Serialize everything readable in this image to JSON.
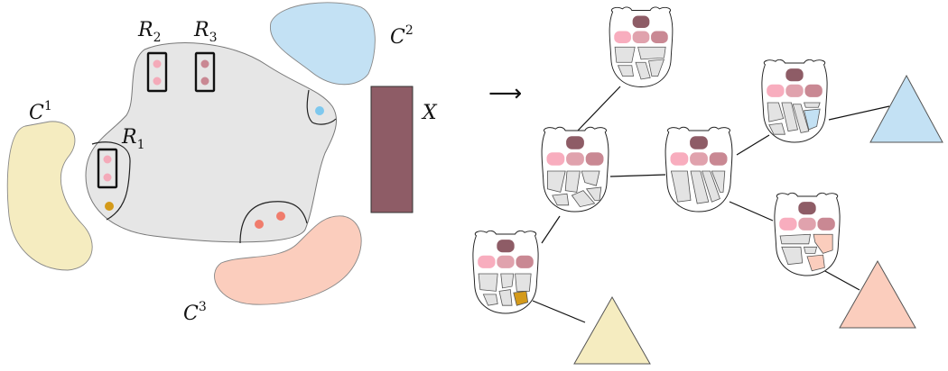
{
  "labels": {
    "c1_base": "C",
    "c1_sup": "1",
    "c2_base": "C",
    "c2_sup": "2",
    "c3_base": "C",
    "c3_sup": "3",
    "r1_base": "R",
    "r1_sub": "1",
    "r2_base": "R",
    "r2_sub": "2",
    "r3_base": "R",
    "r3_sub": "3",
    "x": "X",
    "arrow": "⟶"
  },
  "colors": {
    "region": "#e6e6e6",
    "c1": "#f5ecc0",
    "c2": "#c3e1f4",
    "c3": "#fbcdbd",
    "x_block": "#8e5c66",
    "dot_pink": "#f4aab9",
    "dot_rose": "#c98893",
    "dot_salmon": "#f07c6c",
    "dot_blue": "#7ec8ee",
    "dot_gold": "#d49a1a",
    "token_dark": "#8e5c66",
    "token_mid": "#e0a2ad",
    "token_rose": "#c98893",
    "token_pink": "#f8adbe"
  },
  "tree": {
    "nodes": [
      "n-top",
      "n-mid-left",
      "n-mid-center",
      "n-right-upper",
      "n-right-lower",
      "n-bottom-left"
    ],
    "edges": [
      [
        "n-top",
        "n-mid-left"
      ],
      [
        "n-mid-left",
        "n-mid-center"
      ],
      [
        "n-mid-left",
        "n-bottom-left"
      ],
      [
        "n-mid-center",
        "n-right-upper"
      ],
      [
        "n-mid-center",
        "n-right-lower"
      ]
    ],
    "leaves": [
      {
        "attached_to": "n-right-upper",
        "color_key": "c2"
      },
      {
        "attached_to": "n-right-lower",
        "color_key": "c3"
      },
      {
        "attached_to": "n-bottom-left",
        "color_key": "c1"
      }
    ]
  }
}
